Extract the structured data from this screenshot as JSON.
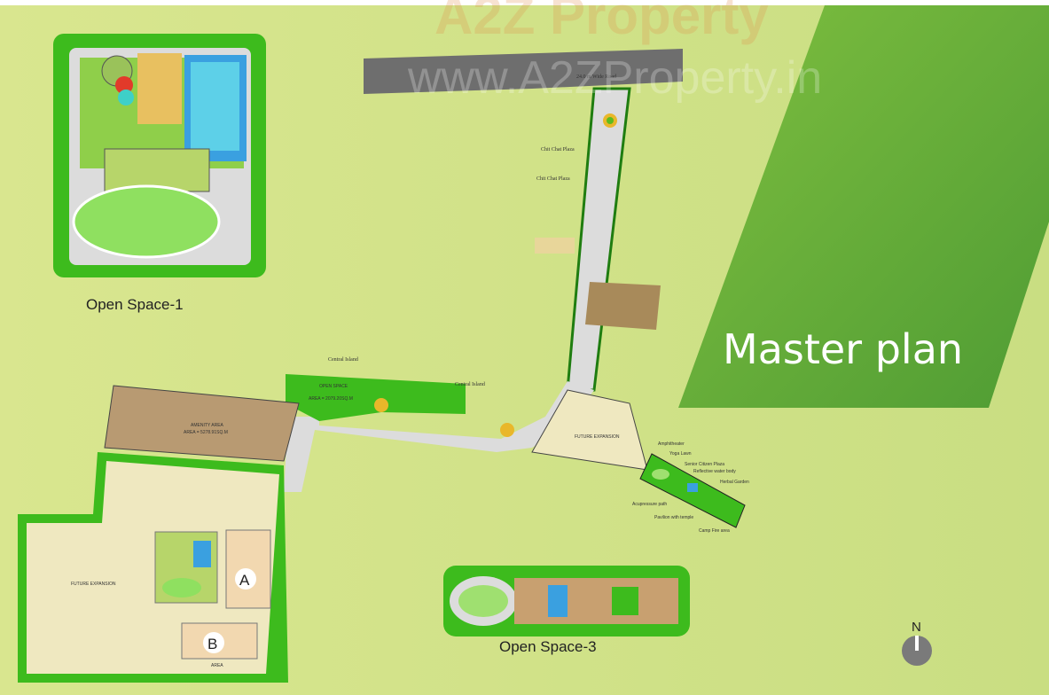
{
  "watermark": {
    "brand": "A2Z Property",
    "url": "www.A2ZProperty.in"
  },
  "banner": {
    "title": "Master plan",
    "color": "#5fa83a"
  },
  "road": {
    "label": "24.0 m Wide Road"
  },
  "labels": {
    "open_space_1": "Open Space-1",
    "open_space_3": "Open Space-3",
    "chit_chat_1": "Chit Chat Plaza",
    "chit_chat_2": "Chit Chat Plaza",
    "central_island_1": "Central Island",
    "central_island_2": "Central Island",
    "open_space_title": "OPEN SPACE",
    "open_space_area": "AREA = 2079.20SQ.M",
    "amenity_title": "AMENITY AREA",
    "amenity_area": "AREA = 5278.91SQ.M",
    "future_expansion_1": "FUTURE EXPANSION",
    "future_expansion_2": "FUTURE EXPANSION",
    "building_a": "A",
    "building_b": "B",
    "area_b": "AREA"
  },
  "open_space_2_callouts": [
    "Amphitheater",
    "Yoga Lawn",
    "Senior Citizen Plaza",
    "Reflective water body",
    "Herbal Garden",
    "Acupressure path",
    "Pavilion with temple",
    "Camp Fire area"
  ],
  "compass": {
    "label": "N"
  },
  "colors": {
    "ground": "#d6e48c",
    "lawn": "#3dbb1d",
    "road": "#dcdcdc",
    "main_road": "#6e6e6e",
    "amenity": "#b89a72",
    "future": "#efe8c0"
  }
}
